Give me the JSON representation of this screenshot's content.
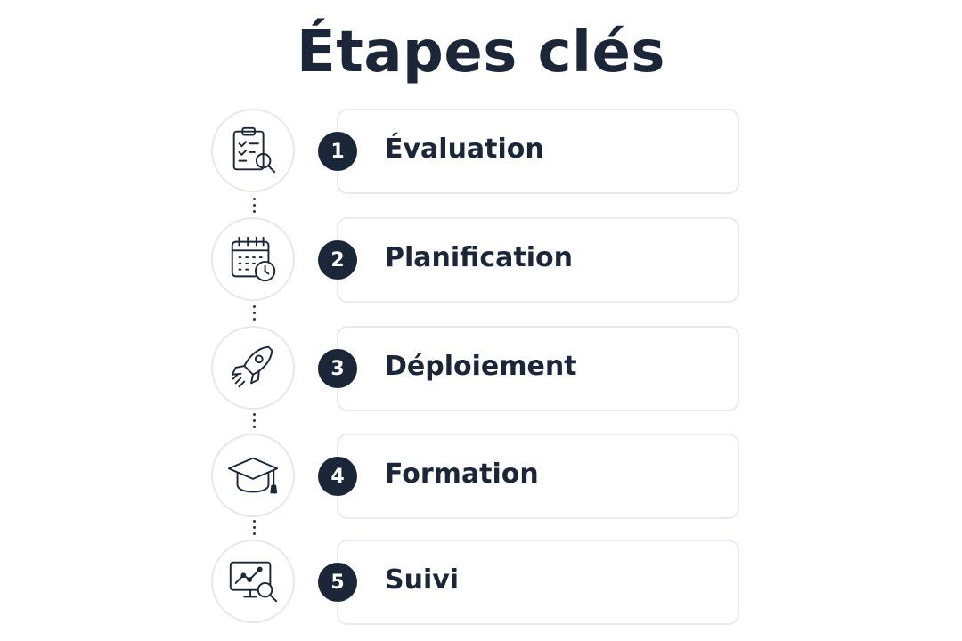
{
  "title": "Étapes clés",
  "steps": [
    {
      "number": "1",
      "label": "Évaluation",
      "icon": "clipboard-search-icon"
    },
    {
      "number": "2",
      "label": "Planification",
      "icon": "calendar-clock-icon"
    },
    {
      "number": "3",
      "label": "Déploiement",
      "icon": "rocket-icon"
    },
    {
      "number": "4",
      "label": "Formation",
      "icon": "graduation-cap-icon"
    },
    {
      "number": "5",
      "label": "Suivi",
      "icon": "monitor-analytics-icon"
    }
  ],
  "colors": {
    "text": "#1b2638",
    "badge": "#1b2638",
    "card_border": "#e9ebee",
    "circle_border": "#e6e8ec"
  }
}
